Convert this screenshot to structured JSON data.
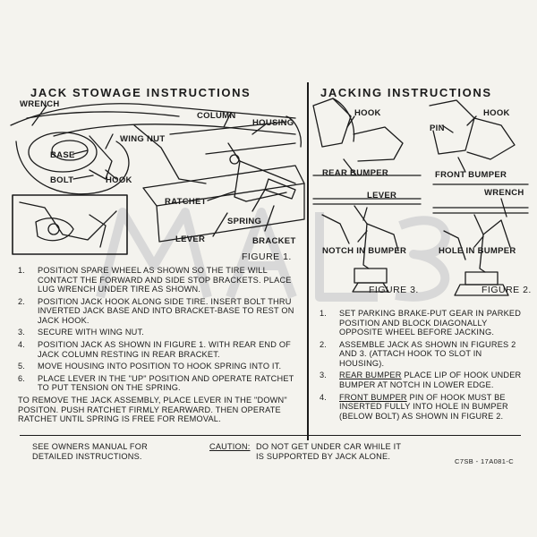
{
  "stowage": {
    "title": "JACK  STOWAGE  INSTRUCTIONS",
    "labels": {
      "wrench": "WRENCH",
      "column": "COLUMN",
      "housing": "HOUSING",
      "wing_nut": "WING NUT",
      "base": "BASE",
      "bolt": "BOLT",
      "hook": "HOOK",
      "ratchet": "RATCHET",
      "spring": "SPRING",
      "lever": "LEVER",
      "bracket": "BRACKET"
    },
    "figure": "FIGURE 1.",
    "steps": [
      {
        "num": "1.",
        "text": "POSITION SPARE WHEEL AS SHOWN SO THE TIRE WILL CONTACT THE FORWARD AND SIDE STOP BRACKETS. PLACE LUG WRENCH UNDER TIRE AS SHOWN."
      },
      {
        "num": "2.",
        "text": "POSITION JACK HOOK ALONG SIDE TIRE. INSERT BOLT THRU INVERTED JACK BASE AND INTO BRACKET-BASE TO REST ON JACK HOOK."
      },
      {
        "num": "3.",
        "text": "SECURE WITH WING NUT."
      },
      {
        "num": "4.",
        "text": "POSITION JACK AS SHOWN IN FIGURE 1. WITH REAR END OF JACK COLUMN RESTING IN REAR BRACKET."
      },
      {
        "num": "5.",
        "text": "MOVE HOUSING INTO POSITION TO HOOK SPRING INTO IT."
      },
      {
        "num": "6.",
        "text": "PLACE LEVER IN THE \"UP\" POSITION AND OPERATE RATCHET TO PUT TENSION ON THE SPRING."
      }
    ],
    "removal": "TO REMOVE THE JACK ASSEMBLY, PLACE LEVER IN THE \"DOWN\" POSITON. PUSH RATCHET FIRMLY REARWARD. THEN OPERATE RATCHET UNTIL SPRING IS FREE FOR REMOVAL."
  },
  "jacking": {
    "title": "JACKING  INSTRUCTIONS",
    "labels": {
      "hook_left": "HOOK",
      "hook_right": "HOOK",
      "pin": "PIN",
      "rear_bumper": "REAR BUMPER",
      "front_bumper": "FRONT BUMPER",
      "lever": "LEVER",
      "wrench": "WRENCH",
      "notch_in_bumper": "NOTCH IN BUMPER",
      "hole_in_bumper": "HOLE IN BUMPER"
    },
    "figure3": "FIGURE 3.",
    "figure2": "FIGURE 2.",
    "steps": [
      {
        "num": "1.",
        "lead": "",
        "text": "SET PARKING BRAKE-PUT GEAR IN PARKED POSITION AND BLOCK DIAGONALLY OPPOSITE WHEEL BEFORE JACKING."
      },
      {
        "num": "2.",
        "lead": "",
        "text": "ASSEMBLE JACK AS SHOWN IN FIGURES 2 AND 3. (ATTACH HOOK TO SLOT IN HOUSING)."
      },
      {
        "num": "3.",
        "lead": "REAR BUMPER",
        "text": " PLACE LIP OF HOOK UNDER BUMPER AT NOTCH IN LOWER EDGE."
      },
      {
        "num": "4.",
        "lead": "FRONT BUMPER",
        "text": " PIN OF HOOK MUST BE INSERTED FULLY INTO HOLE IN BUMPER (BELOW BOLT) AS SHOWN IN FIGURE 2."
      }
    ]
  },
  "footer": {
    "owners_manual": "SEE OWNERS MANUAL FOR\nDETAILED INSTRUCTIONS.",
    "caution_label": "CAUTION:",
    "caution_text": "DO NOT GET UNDER CAR WHILE IT\nIS SUPPORTED BY JACK ALONE.",
    "part_code": "C7SB - 17A081-C"
  },
  "colors": {
    "paper": "#f4f3ee",
    "ink": "#1b1b1b"
  }
}
